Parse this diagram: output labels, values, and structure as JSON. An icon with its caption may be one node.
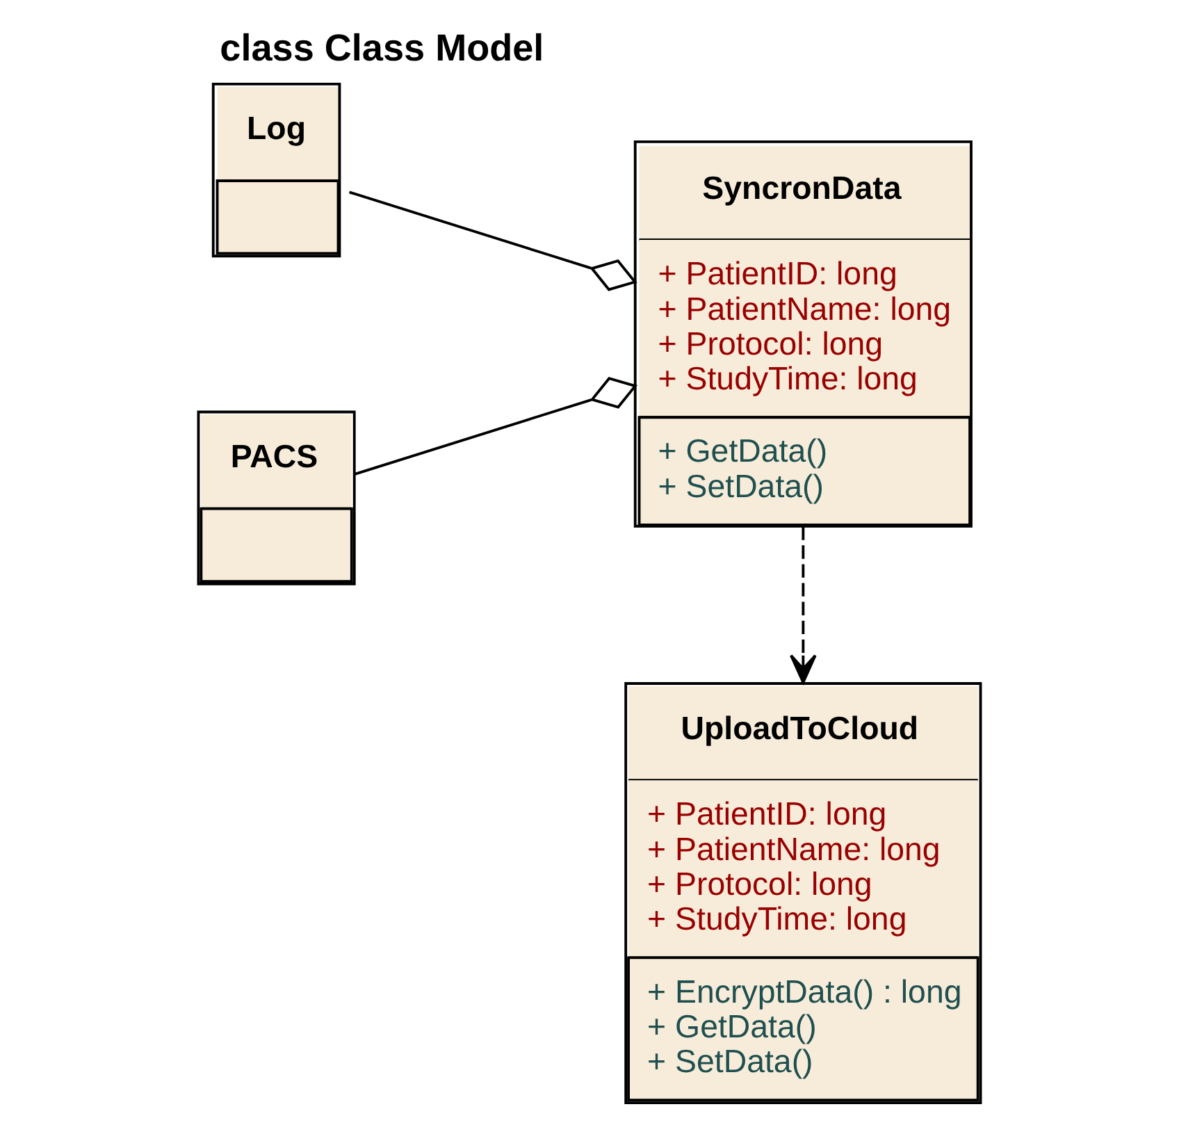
{
  "diagram": {
    "title": "class Class Model",
    "nodes": [
      {
        "text": [
          "Log"
        ]
      },
      {
        "text": [
          "SyncronData",
          "+ PatientID: long",
          "+ PatientName: long",
          "+ Protocol: long",
          "+ StudyTime: long",
          "+ GetData()",
          "+ SetData()"
        ]
      },
      {
        "text": [
          "PACS"
        ]
      },
      {
        "text": [
          "UploadToCloud",
          "+ PatientID: long",
          "+ PatientName: long",
          "+ Protocol: long",
          "+ StudyTime: long",
          "+ EncryptData() : long",
          "+ GetData()",
          "+ SetData()"
        ]
      }
    ],
    "edges": [
      {
        "from": 0,
        "to": 1,
        "arrow": "other"
      },
      {
        "from": 2,
        "to": 1,
        "arrow": "other"
      },
      {
        "from": 1,
        "to": 3,
        "arrow": "to",
        "style": "dashed"
      }
    ]
  }
}
